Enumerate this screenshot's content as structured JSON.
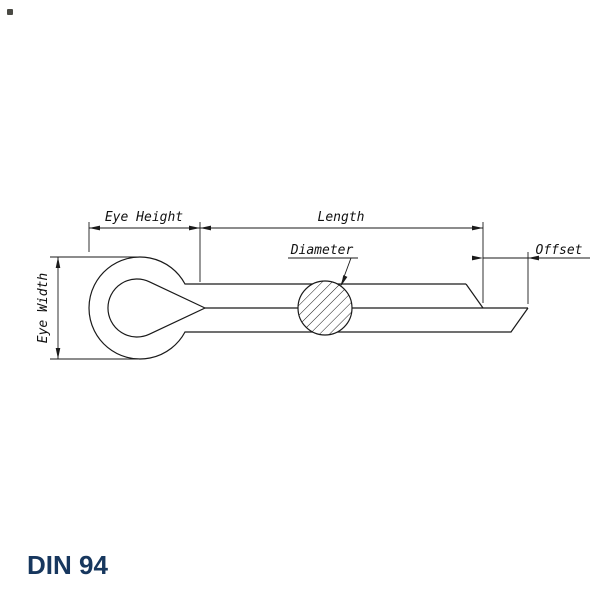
{
  "title": {
    "text": "DIN 94",
    "color": "#17375e"
  },
  "drawing": {
    "dimension_labels": {
      "eye_height": "Eye Height",
      "length": "Length",
      "diameter": "Diameter",
      "offset": "Offset",
      "eye_width": "Eye Width"
    },
    "colors": {
      "line": "#1a1a1a",
      "background": "#ffffff",
      "title": "#17375e"
    }
  }
}
